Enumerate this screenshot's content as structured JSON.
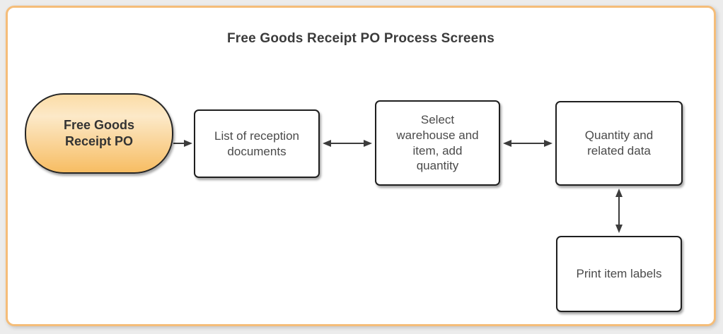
{
  "title": "Free Goods Receipt PO Process Screens",
  "colors": {
    "page_bg": "#ececec",
    "canvas_bg": "#ffffff",
    "frame_border": "#f5bd79",
    "stadium_top": "#fbdca6",
    "stadium_mid": "#fce9c8",
    "stadium_bottom": "#f7bd63",
    "stadium_border": "#262626",
    "stadium_text": "#333333",
    "box_bg": "#ffffff",
    "box_border": "#1f1f1f",
    "node_text": "#4a4a4a",
    "title_color": "#3b3b3b",
    "arrow": "#3c3c3c"
  },
  "nodes": {
    "start": {
      "label": "Free Goods Receipt PO",
      "shape": "stadium"
    },
    "list": {
      "label": "List of reception documents",
      "shape": "rectangle"
    },
    "select": {
      "label": "Select warehouse and item, add quantity",
      "shape": "rectangle"
    },
    "quantity": {
      "label": "Quantity and related data",
      "shape": "rectangle"
    },
    "print": {
      "label": "Print item labels",
      "shape": "rectangle"
    }
  },
  "edges": [
    {
      "from": "start",
      "to": "list",
      "arrows": "end"
    },
    {
      "from": "list",
      "to": "select",
      "arrows": "both"
    },
    {
      "from": "select",
      "to": "quantity",
      "arrows": "both"
    },
    {
      "from": "quantity",
      "to": "print",
      "arrows": "both"
    }
  ]
}
